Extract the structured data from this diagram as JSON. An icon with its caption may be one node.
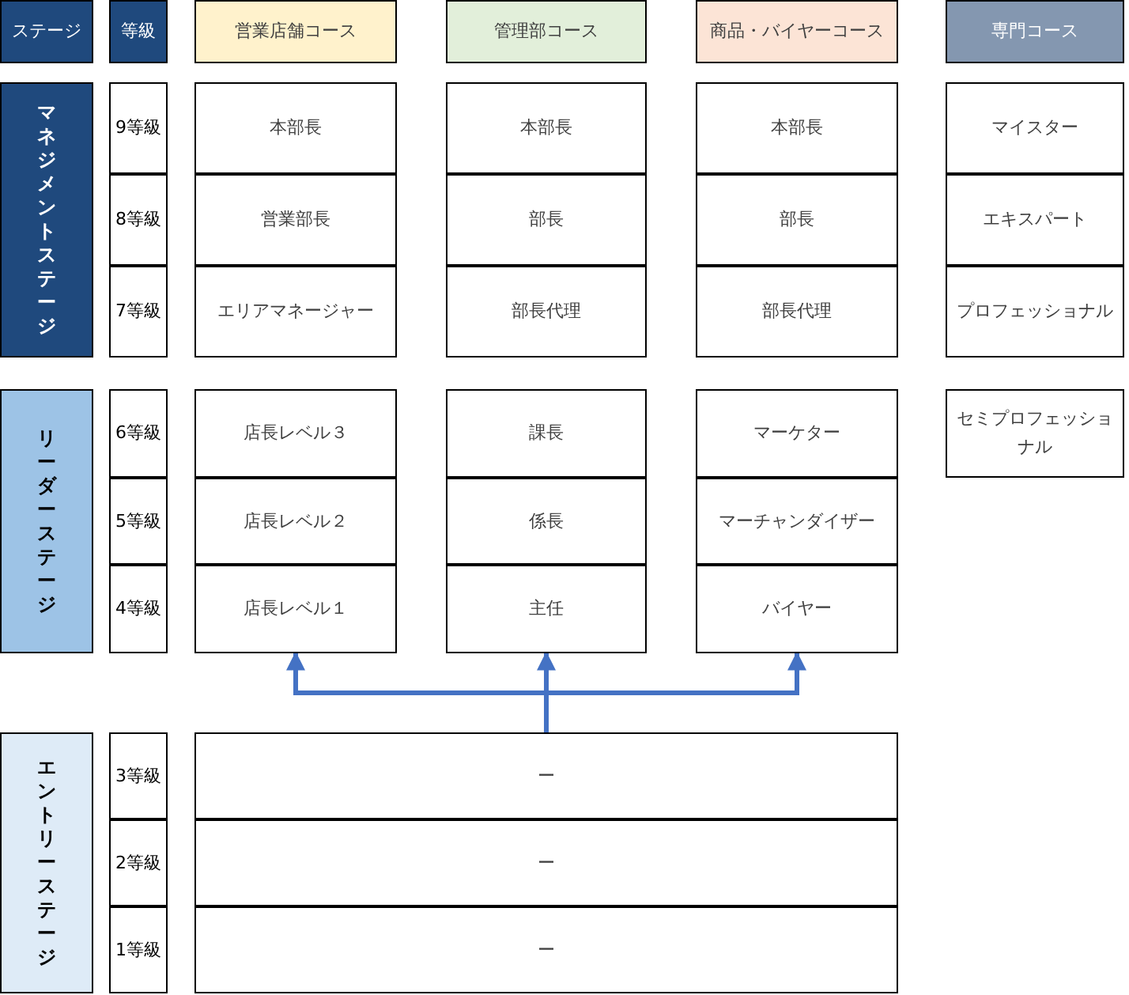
{
  "diagram": {
    "nodes": [
      {
        "text": [
          "ステージ"
        ]
      },
      {
        "text": [
          "等級"
        ]
      },
      {
        "text": [
          "営業店舗コース"
        ]
      },
      {
        "text": [
          "管理部コース"
        ]
      },
      {
        "text": [
          "商品・バイヤーコース"
        ]
      },
      {
        "text": [
          "専門コース"
        ]
      },
      {
        "text": [
          "マネジメントステージ"
        ]
      },
      {
        "text": [
          "9等級"
        ]
      },
      {
        "text": [
          "本部長"
        ]
      },
      {
        "text": [
          "本部長"
        ]
      },
      {
        "text": [
          "本部長"
        ]
      },
      {
        "text": [
          "マイスター"
        ]
      },
      {
        "text": [
          "8等級"
        ]
      },
      {
        "text": [
          "営業部長"
        ]
      },
      {
        "text": [
          "部長"
        ]
      },
      {
        "text": [
          "部長"
        ]
      },
      {
        "text": [
          "エキスパート"
        ]
      },
      {
        "text": [
          "7等級"
        ]
      },
      {
        "text": [
          "エリアマネージャー"
        ]
      },
      {
        "text": [
          "部長代理"
        ]
      },
      {
        "text": [
          "部長代理"
        ]
      },
      {
        "text": [
          "プロフェッショナル"
        ]
      },
      {
        "text": [
          "リーダーステージ"
        ]
      },
      {
        "text": [
          "6等級"
        ]
      },
      {
        "text": [
          "店長レベル３"
        ]
      },
      {
        "text": [
          "課長"
        ]
      },
      {
        "text": [
          "マーケター"
        ]
      },
      {
        "text": [
          "セミプロフェッショナル"
        ]
      },
      {
        "text": [
          "5等級"
        ]
      },
      {
        "text": [
          "店長レベル２"
        ]
      },
      {
        "text": [
          "係長"
        ]
      },
      {
        "text": [
          "マーチャンダイザー"
        ]
      },
      {
        "text": [
          "4等級"
        ]
      },
      {
        "text": [
          "店長レベル１"
        ]
      },
      {
        "text": [
          "主任"
        ]
      },
      {
        "text": [
          "バイヤー"
        ]
      },
      {
        "text": [
          "エントリーステージ"
        ]
      },
      {
        "text": [
          "3等級"
        ]
      },
      {
        "text": [
          "ー"
        ]
      },
      {
        "text": [
          "2等級"
        ]
      },
      {
        "text": [
          "ー"
        ]
      },
      {
        "text": [
          "1等級"
        ]
      },
      {
        "text": [
          "ー"
        ]
      }
    ],
    "edges": [
      {
        "from": 38,
        "to": 33,
        "arrow": "to"
      },
      {
        "from": 38,
        "to": 34,
        "arrow": "to"
      },
      {
        "from": 38,
        "to": 35,
        "arrow": "to"
      }
    ]
  }
}
